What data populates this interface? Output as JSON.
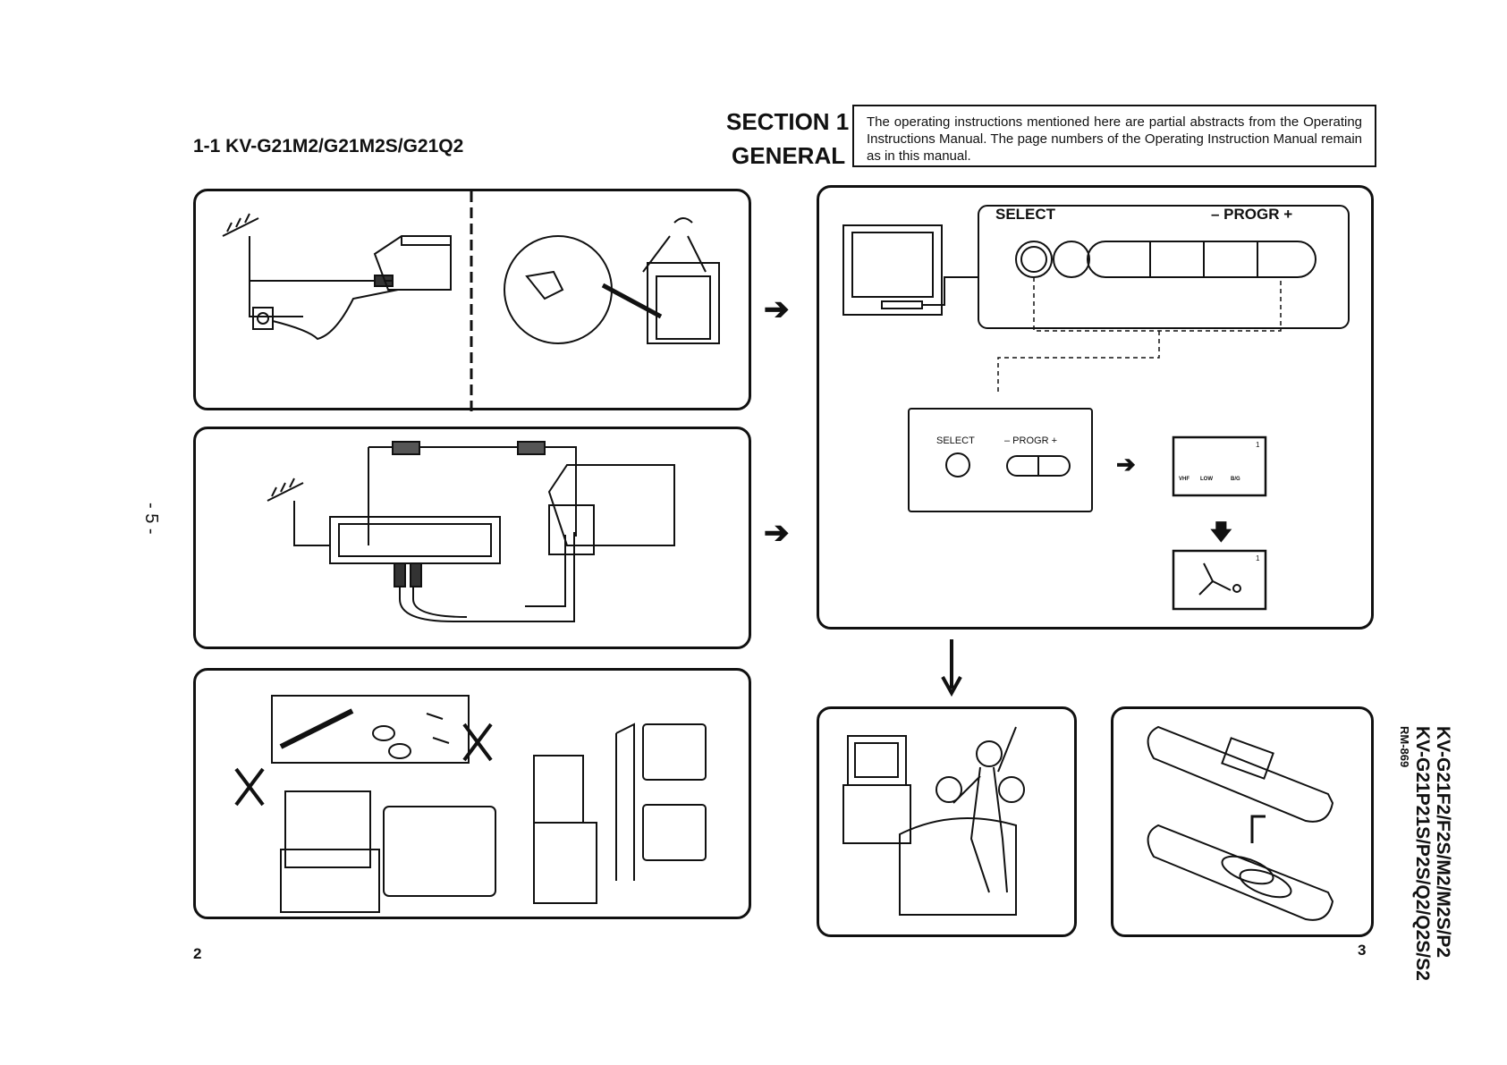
{
  "header": {
    "subsection_title": "1-1  KV-G21M2/G21M2S/G21Q2",
    "section_number": "SECTION 1",
    "section_name": "GENERAL",
    "notice": "The operating instructions mentioned here are partial abstracts from the Operating Instructions Manual. The page numbers of the Operating Instruction Manual remain as in this manual."
  },
  "tuning_panel": {
    "control_strip": {
      "select_label": "SELECT",
      "progr_label": "– PROGR +"
    },
    "button_detail": {
      "select_label": "SELECT",
      "progr_label": "– PROGR +"
    },
    "screen_1": {
      "channel": "1",
      "band": "VHF",
      "level": "LOW",
      "system": "B/G"
    },
    "screen_2": {
      "channel": "1"
    }
  },
  "footer": {
    "left_page": "2",
    "right_page": "3",
    "sheet_number": "- 5 -",
    "models_line1": "KV-G21F2/F2S/M2/M2S/P2",
    "models_line2": "KV-G21P21S/P2S/Q2/Q2S/S2",
    "remote_model": "RM-869"
  }
}
